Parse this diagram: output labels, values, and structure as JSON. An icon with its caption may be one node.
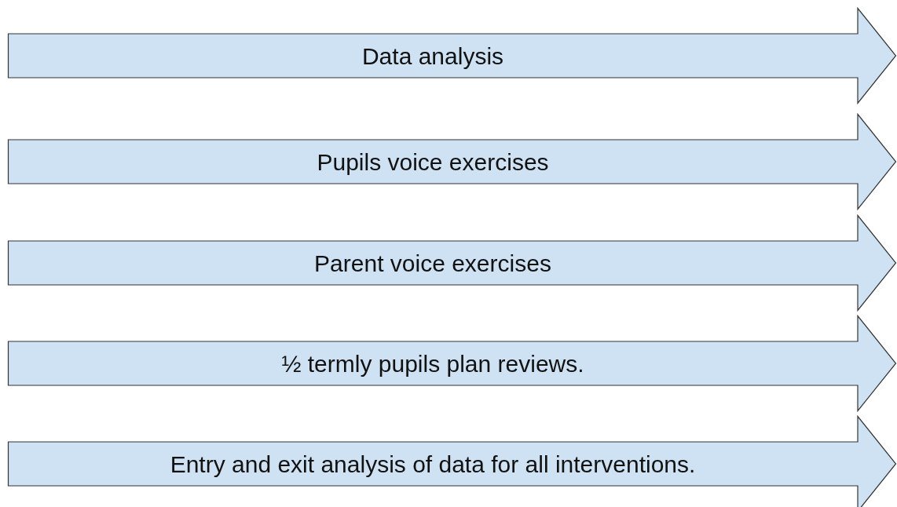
{
  "diagram": {
    "nodes": [
      {
        "text": [
          "Data analysis"
        ]
      },
      {
        "text": [
          "Pupils voice exercises"
        ]
      },
      {
        "text": [
          "Parent voice exercises"
        ]
      },
      {
        "text": [
          "½ termly pupils plan reviews."
        ]
      },
      {
        "text": [
          "Entry and exit analysis of data for all interventions."
        ]
      }
    ]
  }
}
